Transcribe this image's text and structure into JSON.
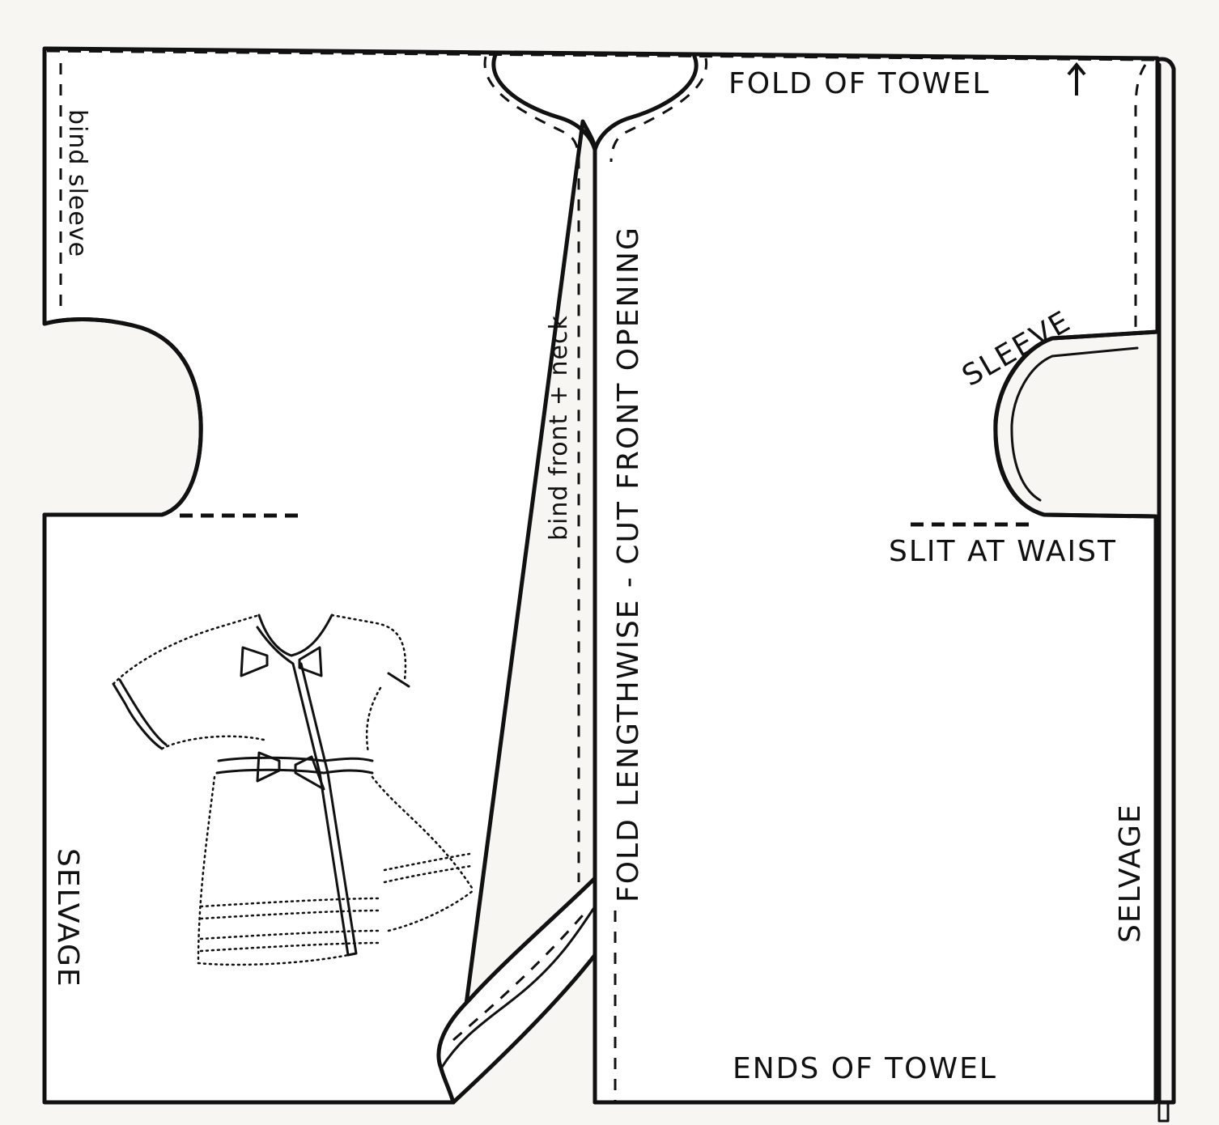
{
  "labels": {
    "fold_of_towel": "FOLD OF TOWEL",
    "bind_sleeve": "bind sleeve",
    "bind_front_neck": "bind front + neck",
    "fold_lengthwise": "FOLD LENGTHWISE - CUT FRONT OPENING",
    "sleeve": "SLEEVE",
    "slit_at_waist": "SLIT AT WAIST",
    "selvage_left": "SELVAGE",
    "selvage_right": "SELVAGE",
    "ends_of_towel": "ENDS OF TOWEL"
  },
  "icons": {
    "fold_arrow": "up-arrow-icon",
    "robe_illustration": "baby-robe-icon",
    "page_curl": "folded-corner-icon"
  },
  "colors": {
    "ink": "#111111",
    "paper": "#ffffff",
    "background": "#f7f6f3"
  }
}
